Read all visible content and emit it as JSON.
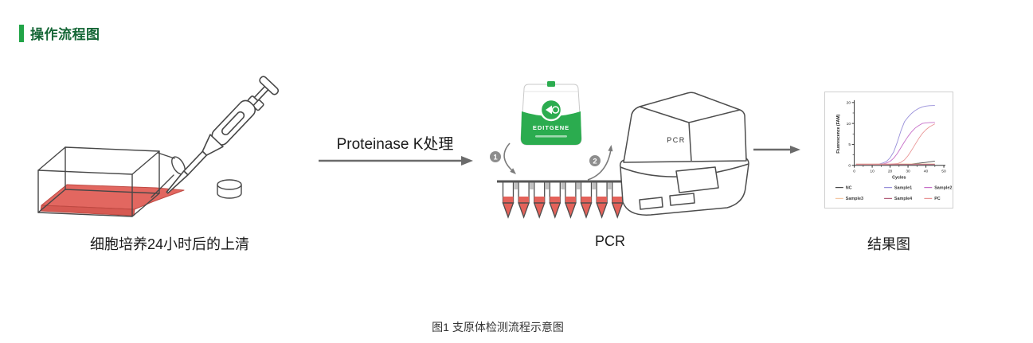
{
  "page": {
    "title": "操作流程图",
    "caption": "图1 支原体检测流程示意图",
    "accent_green": "#21A447"
  },
  "steps": [
    {
      "label": "细胞培养24小时后的上清"
    },
    {
      "label": "PCR"
    },
    {
      "label": "结果图"
    }
  ],
  "arrow1": {
    "label": "Proteinase K处理"
  },
  "pouch": {
    "brand": "EDITGENE",
    "color": "#2BAC4F"
  },
  "machine": {
    "label": "PCR"
  },
  "step_numbers": [
    "1",
    "2"
  ],
  "chart_data": {
    "type": "line",
    "title": "",
    "xlabel": "Cycles",
    "ylabel": "Fluorescence (FAM)",
    "x_min": 0,
    "x_max": 50,
    "x_tick_major": 10,
    "x_tick_minor": 5,
    "y_ticks": [
      0,
      5,
      10,
      20
    ],
    "grid": false,
    "legend_position": "bottom",
    "series": [
      {
        "name": "NC",
        "color": "#4a4a4a",
        "points": [
          [
            1,
            0.25
          ],
          [
            10,
            0.25
          ],
          [
            20,
            0.25
          ],
          [
            28,
            0.3
          ],
          [
            32,
            0.35
          ],
          [
            36,
            0.5
          ],
          [
            40,
            0.7
          ],
          [
            45,
            1.0
          ]
        ]
      },
      {
        "name": "Sample1",
        "color": "#988fd9",
        "points": [
          [
            1,
            0.3
          ],
          [
            8,
            0.3
          ],
          [
            12,
            0.3
          ],
          [
            14,
            0.35
          ],
          [
            16,
            0.55
          ],
          [
            18,
            0.95
          ],
          [
            20,
            1.8
          ],
          [
            22,
            3.2
          ],
          [
            24,
            5.5
          ],
          [
            26,
            8.2
          ],
          [
            28,
            10.8
          ],
          [
            30,
            13.0
          ],
          [
            32,
            14.8
          ],
          [
            34,
            16.2
          ],
          [
            36,
            17.2
          ],
          [
            38,
            17.9
          ],
          [
            40,
            18.3
          ],
          [
            42,
            18.5
          ],
          [
            45,
            18.6
          ]
        ]
      },
      {
        "name": "Sample2",
        "color": "#c66ec8",
        "points": [
          [
            1,
            0.3
          ],
          [
            10,
            0.3
          ],
          [
            16,
            0.35
          ],
          [
            18,
            0.55
          ],
          [
            20,
            0.95
          ],
          [
            22,
            1.7
          ],
          [
            24,
            2.8
          ],
          [
            26,
            4.2
          ],
          [
            28,
            5.6
          ],
          [
            30,
            6.9
          ],
          [
            32,
            8.0
          ],
          [
            34,
            8.9
          ],
          [
            36,
            9.5
          ],
          [
            38,
            10.0
          ],
          [
            40,
            10.25
          ],
          [
            42,
            10.4
          ],
          [
            45,
            10.5
          ]
        ]
      },
      {
        "name": "Sample3",
        "color": "#f4c7a4",
        "points": [
          [
            1,
            0.32
          ],
          [
            20,
            0.32
          ],
          [
            45,
            0.35
          ]
        ]
      },
      {
        "name": "Sample4",
        "color": "#b4607a",
        "points": [
          [
            1,
            0.2
          ],
          [
            20,
            0.2
          ],
          [
            45,
            0.22
          ]
        ]
      },
      {
        "name": "PC",
        "color": "#e99596",
        "points": [
          [
            1,
            0.25
          ],
          [
            12,
            0.25
          ],
          [
            20,
            0.3
          ],
          [
            24,
            0.4
          ],
          [
            26,
            0.7
          ],
          [
            28,
            1.3
          ],
          [
            30,
            2.3
          ],
          [
            32,
            3.6
          ],
          [
            34,
            5.0
          ],
          [
            36,
            6.4
          ],
          [
            38,
            7.6
          ],
          [
            40,
            8.5
          ],
          [
            42,
            9.2
          ],
          [
            45,
            9.9
          ]
        ]
      }
    ]
  }
}
